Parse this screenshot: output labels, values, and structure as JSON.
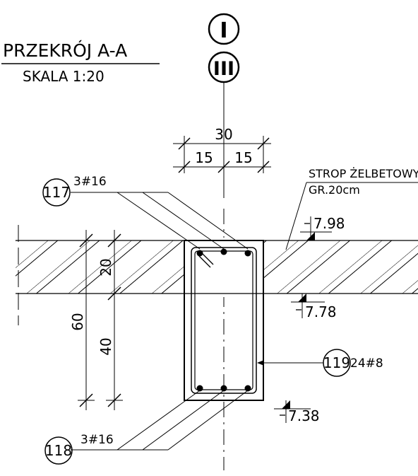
{
  "title": "PRZEKRÓJ A-A",
  "scale": "SKALA 1:20",
  "axis_markers": [
    "I",
    "III"
  ],
  "dimensions": {
    "total_width": "30",
    "half_left": "15",
    "half_right": "15",
    "slab_thickness": "20",
    "beam_height": "60",
    "beam_below_slab": "40"
  },
  "slab_label": {
    "line1": "STROP ŻELBETOWY",
    "line2": "GR.20cm"
  },
  "levels": {
    "top": "7.98",
    "slab_bottom": "7.78",
    "beam_bottom": "7.38"
  },
  "rebars": [
    {
      "mark": "117",
      "spec": "3#16"
    },
    {
      "mark": "118",
      "spec": "3#16"
    },
    {
      "mark": "119",
      "spec": "24#8"
    }
  ]
}
